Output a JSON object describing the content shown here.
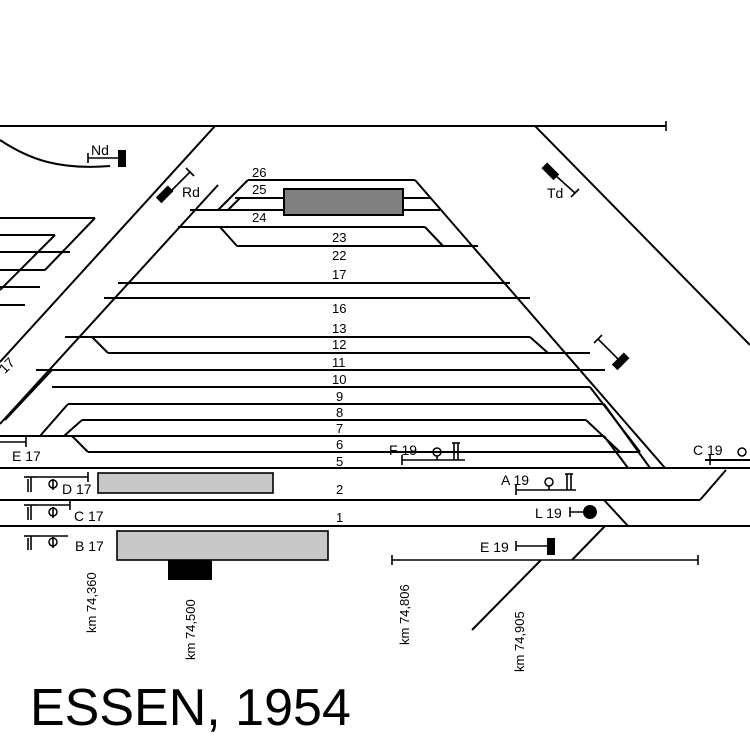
{
  "title": "ESSEN, 1954",
  "colors": {
    "line": "#000000",
    "platform_light": "#c8c8c8",
    "platform_dark": "#808080",
    "background": "#ffffff"
  },
  "track_numbers": [
    "26",
    "25",
    "24",
    "23",
    "22",
    "17",
    "16",
    "13",
    "12",
    "11",
    "10",
    "9",
    "8",
    "7",
    "6",
    "5",
    "2",
    "1"
  ],
  "signals": {
    "nd": "Nd",
    "rd": "Rd",
    "td": "Td",
    "e17_left": "E 17",
    "d17": "D 17",
    "c17": "C 17",
    "b17": "B 17",
    "f19": "F 19",
    "a19": "A 19",
    "c19": "C 19",
    "l19": "L 19",
    "e19": "E 19",
    "left_edge": "17"
  },
  "kilometre_posts": [
    "km 74,360",
    "km 74,500",
    "km 74,806",
    "km 74,905"
  ]
}
